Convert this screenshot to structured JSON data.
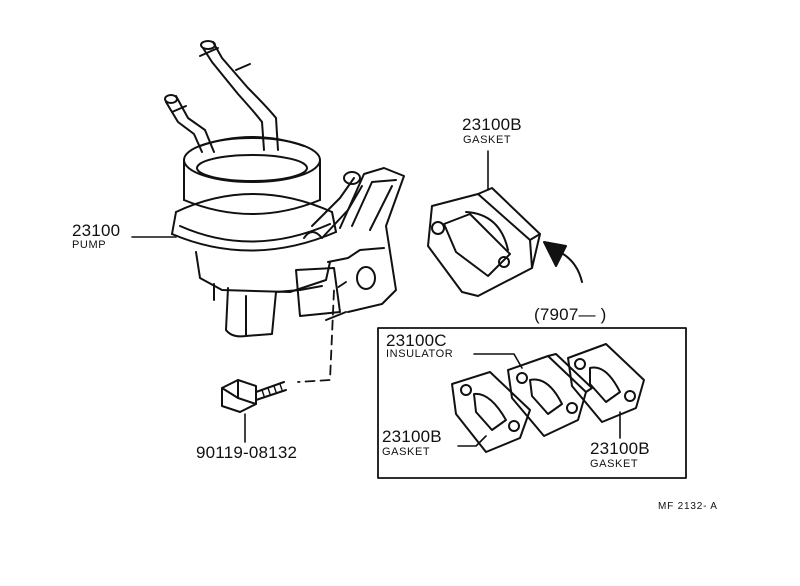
{
  "callouts": {
    "pump": {
      "part_number": "23100",
      "description": "PUMP"
    },
    "gasket_top": {
      "part_number": "23100B",
      "description": "GASKET"
    },
    "date_range": "(7907—         )",
    "insulator": {
      "part_number": "23100C",
      "description": "INSULATOR"
    },
    "gasket_left": {
      "part_number": "23100B",
      "description": "GASKET"
    },
    "gasket_right": {
      "part_number": "23100B",
      "description": "GASKET"
    },
    "bolt": {
      "part_number": "90119-08132"
    }
  },
  "figure_code": "MF  2132- A",
  "colors": {
    "line": "#111111",
    "background": "#ffffff"
  }
}
